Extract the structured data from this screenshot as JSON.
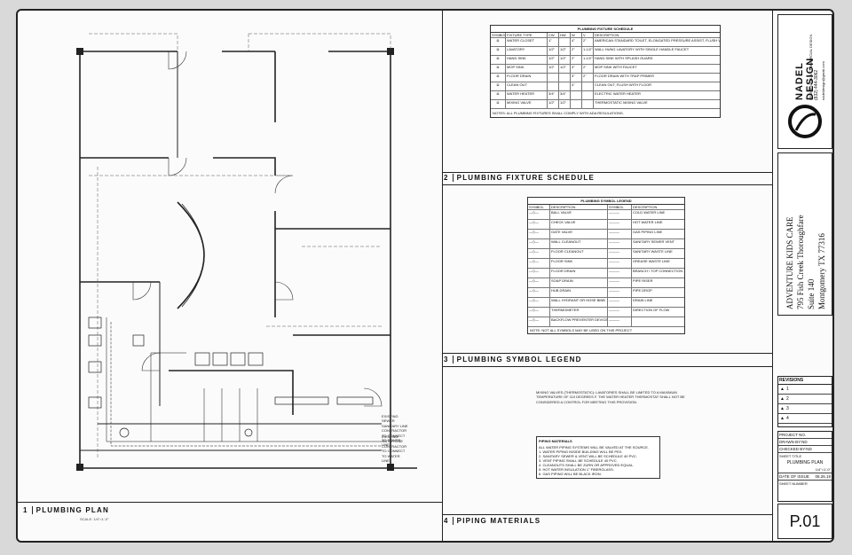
{
  "plan": {
    "num": "1",
    "title": "PLUMBING PLAN",
    "scale": "SCALE: 1/4\"=1'-0\"",
    "callouts": [
      "EXISTING SEWER SANITARY LINE CONTRACTOR TO CONNECT TO SEWER LINE",
      "EXISTING WATER LINE CONTRACTOR TO CONNECT TO WATER LINE"
    ]
  },
  "fixture_schedule": {
    "num": "2",
    "title": "PLUMBING FIXTURE SCHEDULE",
    "table_title": "PLUMBING FIXTURE SCHEDULE",
    "headers": [
      "SYMBOL",
      "FIXTURE TYPE",
      "CW",
      "HW",
      "W",
      "V",
      "DESCRIPTION"
    ],
    "rows": [
      {
        "type": "WATER CLOSET",
        "cw": "1\"",
        "hw": "",
        "w": "4\"",
        "v": "2\"",
        "desc": "AMERICAN STANDARD TOILET, ELONGATED PRESSURE ASSIST, FLUSH VALVE"
      },
      {
        "type": "LAVATORY",
        "cw": "1/2\"",
        "hw": "1/2\"",
        "w": "2\"",
        "v": "1-1/2\"",
        "desc": "WALL HUNG LAVATORY WITH SINGLE HANDLE FAUCET"
      },
      {
        "type": "HAND SINK",
        "cw": "1/2\"",
        "hw": "1/2\"",
        "w": "2\"",
        "v": "1-1/2\"",
        "desc": "HAND SINK WITH SPLASH GUARD"
      },
      {
        "type": "MOP SINK",
        "cw": "1/2\"",
        "hw": "1/2\"",
        "w": "3\"",
        "v": "2\"",
        "desc": "MOP SINK WITH FAUCET"
      },
      {
        "type": "FLOOR DRAIN",
        "cw": "",
        "hw": "",
        "w": "3\"",
        "v": "2\"",
        "desc": "FLOOR DRAIN WITH TRAP PRIMER"
      },
      {
        "type": "CLEAN OUT",
        "cw": "",
        "hw": "",
        "w": "4\"",
        "v": "",
        "desc": "CLEAN OUT, FLUSH WITH FLOOR"
      },
      {
        "type": "WATER HEATER",
        "cw": "3/4\"",
        "hw": "3/4\"",
        "w": "",
        "v": "",
        "desc": "ELECTRIC WATER HEATER"
      },
      {
        "type": "MIXING VALVE",
        "cw": "1/2\"",
        "hw": "1/2\"",
        "w": "",
        "v": "",
        "desc": "THERMOSTATIC MIXING VALVE"
      }
    ],
    "notes": "NOTES: ALL PLUMBING FIXTURES SHALL COMPLY WITH ADA REGULATIONS."
  },
  "symbol_legend": {
    "num": "3",
    "title": "PLUMBING SYMBOL LEGEND",
    "table_title": "PLUMBING SYMBOL LEGEND",
    "headers": [
      "SYMBOL",
      "DESCRIPTION",
      "SYMBOL",
      "DESCRIPTION"
    ],
    "rows": [
      [
        "BALL VALVE",
        "COLD WATER LINE"
      ],
      [
        "CHECK VALVE",
        "HOT WATER LINE"
      ],
      [
        "GATE VALVE",
        "GAS PIPING LINE"
      ],
      [
        "WALL CLEANOUT",
        "SANITARY SEWER VENT"
      ],
      [
        "FLOOR CLEANOUT",
        "SANITARY WASTE LINE"
      ],
      [
        "FLOOR SINK",
        "GREASE WASTE LINE"
      ],
      [
        "FLOOR DRAIN",
        "BRANCH / TOP CONNECTION"
      ],
      [
        "SOAP DRAIN",
        "PIPE RISER"
      ],
      [
        "HUB DRAIN",
        "PIPE DROP"
      ],
      [
        "WALL HYDRANT OR HOSE BIBB",
        "DRAIN LINE"
      ],
      [
        "THERMOMETER",
        "DIRECTION OF FLOW"
      ],
      [
        "BACKFLOW PREVENTER DEVICE",
        ""
      ]
    ],
    "notes": "NOTE: NOT ALL SYMBOLS MAY BE USED ON THIS PROJECT"
  },
  "piping_materials": {
    "num": "4",
    "title": "PIPING MATERIALS",
    "general_notes": "MIXING VALVES (THERMOSTATIC): LAVATORIES SHALL BE LIMITED TO A MAXIMUM TEMPERATURE OF 110 DEGREES F. THE WATER HEATER THERMOSTAT SHALL NOT BE CONSIDERED A CONTROL FOR MEETING THIS PROVISION.",
    "box_title": "PIPING MATERIALS",
    "box_lines": [
      "ALL WATER PIPING SYSTEMS WILL BE VALVED AT THE SOURCE.",
      "1. WATER PIPING INSIDE BUILDING WILL BE PEX.",
      "2. SANITARY SEWER & VENT WILL BE SCHEDULE 40 PVC.",
      "3. VENT PIPING SHALL BE SCHEDULE 40 PVC.",
      "4. CLEANOUTS SHALL BE ZURN OR APPROVED EQUAL.",
      "5. HOT WATER INSULATION 1\" FIBERGLASS.",
      "6. GAS PIPING WILL BE BLACK IRON."
    ]
  },
  "firm": {
    "name": "NADEL DESIGN",
    "tagline": "RESIDENTIAL & COMMERCIAL DESIGN",
    "phone": "(832) 444-3062",
    "email": "nadeldesign@gmail.com"
  },
  "project": {
    "name": "ADVENTURE KIDS CARE",
    "address1": "795 Fish Creek Thoroughfare",
    "address2": "Suite 140",
    "city": "Montgomery TX 77316"
  },
  "revisions": {
    "title": "REVISIONS",
    "marks": [
      "1",
      "2",
      "3",
      "4"
    ]
  },
  "sheet": {
    "project_no": "PROJECT NO.",
    "drawn_by": "DRAWN BY:ND",
    "checked_by": "CHECKED BY:ND",
    "sheet_title_label": "SHEET TITLE",
    "sheet_title": "PLUMBING PLAN",
    "scale": "1/4\"=1'-0\"",
    "date_label": "DATE OF ISSUE",
    "date": "08.26.19",
    "sheet_number_label": "SHEET NUMBER",
    "sheet_number": "P.01"
  }
}
